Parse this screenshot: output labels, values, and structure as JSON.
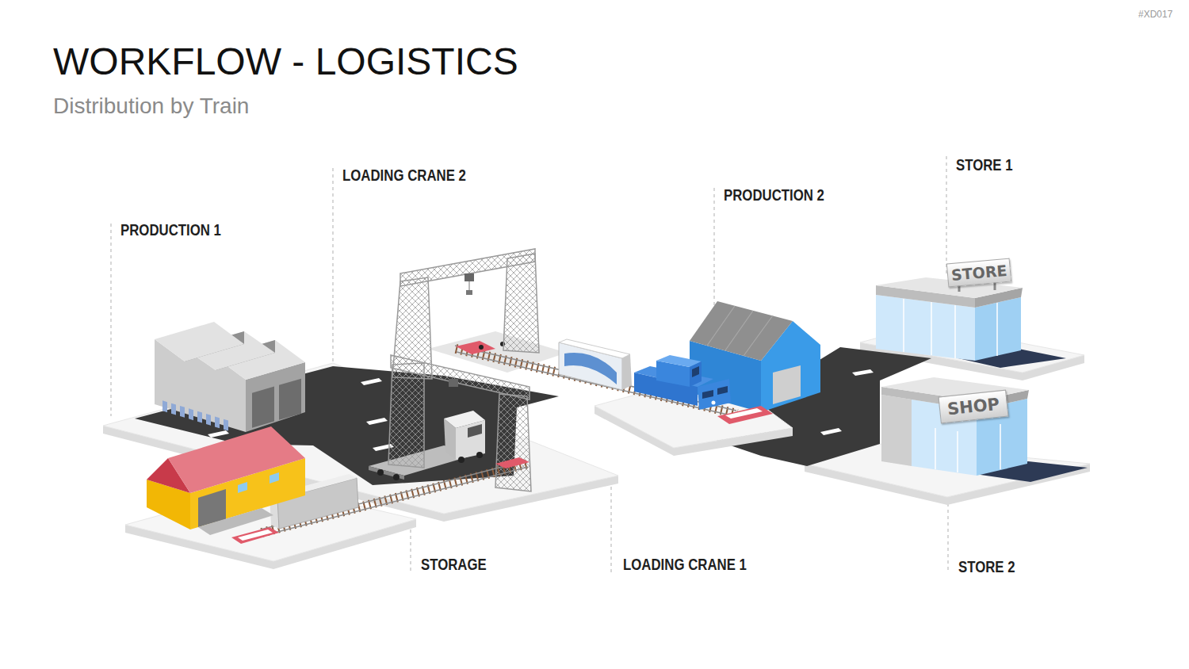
{
  "diagram": {
    "title": "WORKFLOW - LOGISTICS",
    "caption": "Distribution by Train",
    "nodes": [
      {
        "text": [
          "STORE"
        ]
      },
      {
        "text": [
          "SHOP"
        ]
      }
    ],
    "labels": [
      "#XD017",
      "STORE 1",
      "LOADING CRANE 2",
      "PRODUCTION 2",
      "PRODUCTION 1",
      "STORAGE",
      "LOADING CRANE 1",
      "STORE 2"
    ]
  }
}
